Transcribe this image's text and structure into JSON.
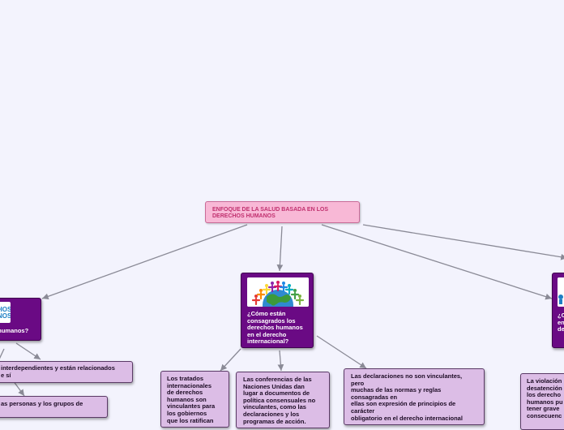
{
  "root": {
    "title": "ENFOQUE DE LA SALUD BASADA EN LOS\nDERECHOS HUMANOS"
  },
  "branches": {
    "left": {
      "image_text": "HOS\nNOS",
      "question": "s humanos?"
    },
    "center": {
      "question": "¿Cómo están\nconsagrados los\nderechos humanos\nen el derecho\ninternacional?"
    },
    "right": {
      "question": "¿C\nen\nde"
    }
  },
  "leaves": {
    "left_1": "interdependientes y están relacionados\ne sí",
    "left_2": "as personas y los grupos de",
    "center_1": "Los tratados\ninternacionales\nde derechos\nhumanos son\nvinculantes para\nlos gobiernos\nque los ratifican",
    "center_2": "Las conferencias de las\nNaciones Unidas dan\nlugar a documentos de\npolítica consensuales no\nvinculantes, como las\ndeclaraciones y los\nprogramas de acción.",
    "center_3": "Las declaraciones no son vinculantes,\npero\nmuchas de las normas y reglas\nconsagradas en\nellas son expresión de principios de\ncarácter\nobligatorio en el derecho internacional",
    "right_1": "La violación\ndesatención\nlos derecho\nhumanos pu\ntener grave\nconsecuenc"
  },
  "colors": {
    "root_fill": "#f8b8d6",
    "question_fill": "#6a0a84",
    "leaf_fill": "#dcbde6",
    "connector": "#8a8a96"
  },
  "icons": {
    "globe": "globe-people-icon",
    "rights_logo": "human-rights-logo-icon"
  }
}
